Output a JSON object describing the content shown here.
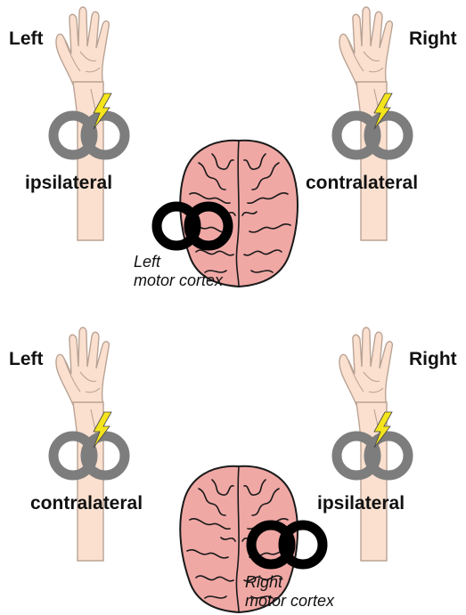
{
  "top_panel": {
    "left_label": "Left",
    "right_label": "Right",
    "left_arm_label": "ipsilateral",
    "right_arm_label": "contralateral",
    "cortex_label_line1": "Left",
    "cortex_label_line2": "motor cortex"
  },
  "bottom_panel": {
    "left_label": "Left",
    "right_label": "Right",
    "left_arm_label": "contralateral",
    "right_arm_label": "ipsilateral",
    "cortex_label_line1": "Right",
    "cortex_label_line2": "motor cortex"
  },
  "colors": {
    "skin": "#fbe0cf",
    "brain": "#f0a8a5",
    "peripheral_coil": "#7d7d7d",
    "cortical_coil": "#000000",
    "stimulus_bolt": "#f4e41c"
  },
  "icons": {
    "stimulus": "lightning-bolt-icon",
    "coil": "figure-eight-coil-icon"
  }
}
